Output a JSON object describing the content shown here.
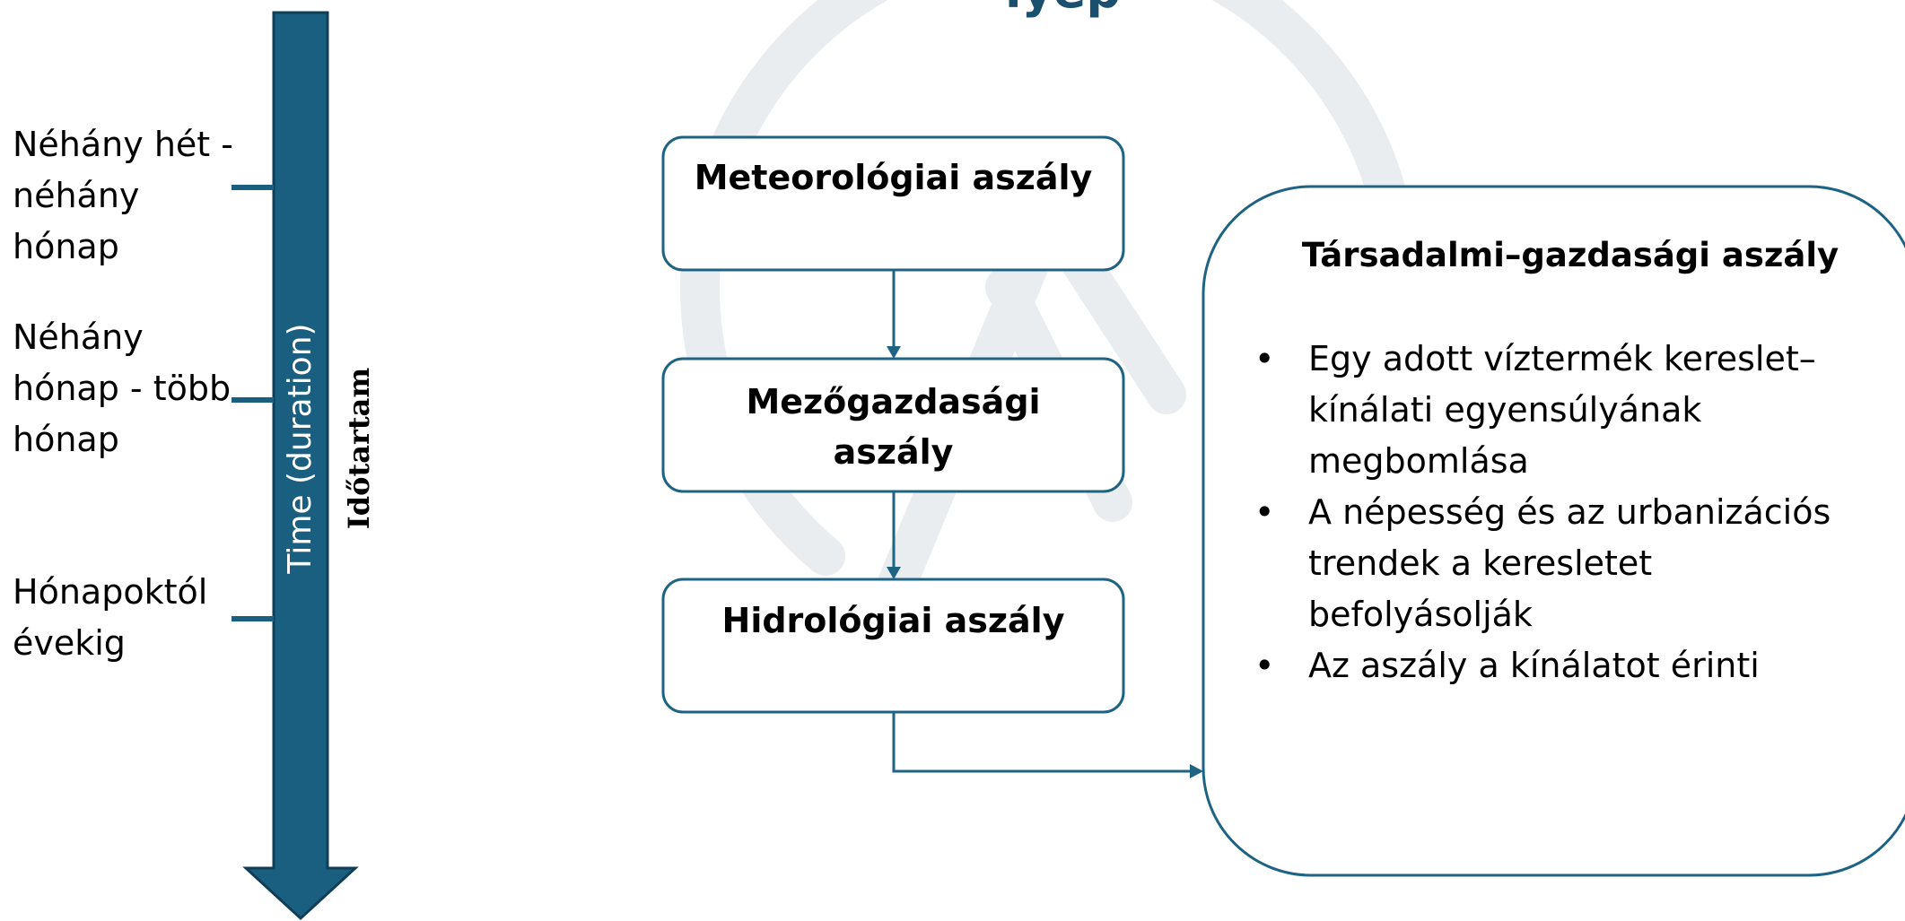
{
  "top_title_fragment": "lyep",
  "timeline": {
    "axis_label_en": "Time (duration)",
    "axis_label_hu": "Időtartam",
    "ticks": [
      {
        "label": "Néhány hét - néhány hónap",
        "lines": [
          "Néhány hét -",
          "néhány",
          "hónap"
        ]
      },
      {
        "label": "Néhány hónap - több hónap",
        "lines": [
          "Néhány",
          "hónap - több",
          "hónap"
        ]
      },
      {
        "label": "Hónapoktól évekig",
        "lines": [
          "Hónapoktól",
          "évekig"
        ]
      }
    ]
  },
  "flow": {
    "meteorological": "Meteorológiai aszály",
    "agricultural_lines": [
      "Mezőgazdasági",
      "aszály"
    ],
    "hydrological": "Hidrológiai aszály"
  },
  "socioeconomic": {
    "title": "Társadalmi–gazdasági aszály",
    "bullets": [
      {
        "lines": [
          "Egy adott víztermék kereslet–",
          "kínálati egyensúlyának",
          "megbomlása"
        ]
      },
      {
        "lines": [
          "A népesség és az urbanizációs",
          "trendek a keresletet",
          "befolyásolják"
        ]
      },
      {
        "lines": [
          "Az aszály a kínálatot érinti"
        ]
      }
    ]
  },
  "colors": {
    "arrow_fill": "#1a5e80",
    "arrow_stroke": "#0f3f57",
    "box_stroke": "#1f6384",
    "connector": "#1f6384",
    "watermark": "#e9edf0"
  }
}
